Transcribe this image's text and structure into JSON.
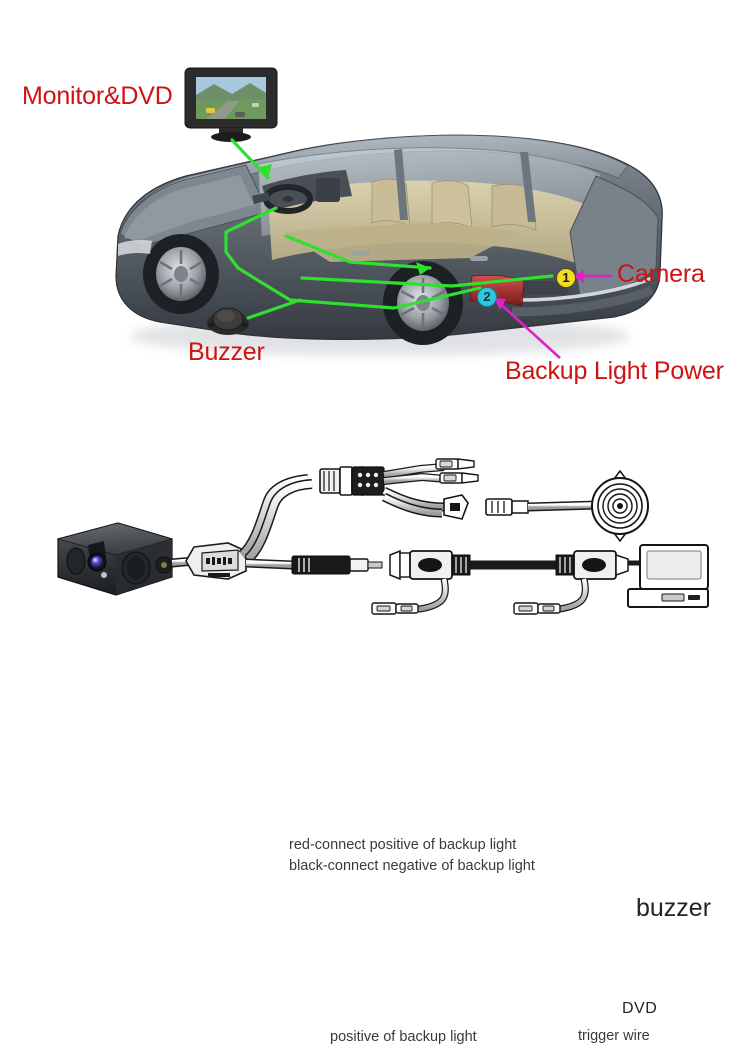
{
  "figure": {
    "title": "Backup camera installation diagram",
    "background": "#ffffff"
  },
  "car_diagram": {
    "vehicle": "gray sedan cutaway",
    "colors": {
      "label_red": "#d01212",
      "wire_green": "#2fe02f",
      "pointer_magenta": "#e020c8",
      "badge_1_fill": "#f2dc1e",
      "badge_2_fill": "#2ec6e0",
      "body_light": "#9aa3ac",
      "body_dark": "#3d434a",
      "interior_tan": "#cfc49e"
    },
    "labels": {
      "monitor": "Monitor&DVD",
      "camera": "Camera",
      "buzzer": "Buzzer",
      "backup_light_power": "Backup Light Power"
    },
    "badges": [
      {
        "number": "1",
        "meaning": "camera location"
      },
      {
        "number": "2",
        "meaning": "backup light power tap"
      }
    ],
    "monitor_screen": "landscape road scene"
  },
  "wiring_diagram": {
    "labels": {
      "red_connect": "red-connect positive of backup light",
      "black_connect": "black-connect negative of backup light",
      "positive_backup_light": "positive of backup light",
      "trigger_wire": "trigger wire",
      "buzzer": "buzzer",
      "dvd": "DVD"
    },
    "components": [
      {
        "name": "camera",
        "type": "rear view camera body"
      },
      {
        "name": "inline-splitter",
        "type": "octagonal junction"
      },
      {
        "name": "power-connector",
        "type": "2-pin connector"
      },
      {
        "name": "buzzer",
        "type": "round piezo buzzer"
      },
      {
        "name": "rca-connector-1",
        "type": "RCA video plug"
      },
      {
        "name": "rca-connector-2",
        "type": "RCA video plug"
      },
      {
        "name": "dvd-monitor",
        "type": "monitor / DVD unit"
      }
    ],
    "colors": {
      "line": "#1a1a1a",
      "fill_light": "#f2f2f2",
      "fill_mid": "#b9b9b9",
      "fill_dark": "#2a2a2a",
      "text": "#3a3a3a"
    }
  }
}
